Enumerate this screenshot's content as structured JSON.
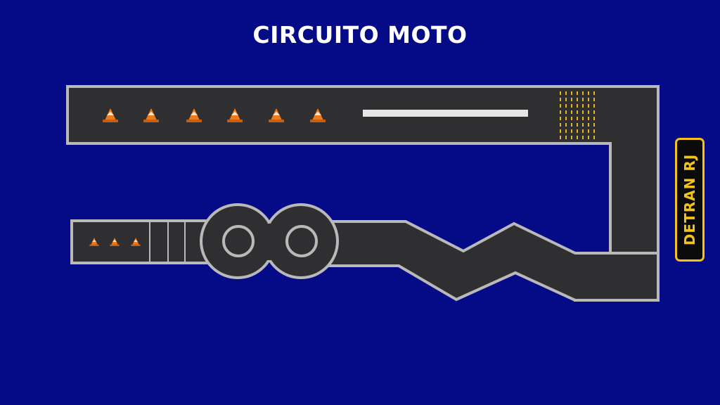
{
  "header": {
    "title": "CIRCUITO MOTO"
  },
  "badge": {
    "label": "DETRAN RJ"
  },
  "colors": {
    "background": "#050a86",
    "track": "#2f2f31",
    "track_border": "#b9b9b9",
    "cone": "#f07a16",
    "tactile_dots": "#e4b521",
    "badge_accent": "#f3c21b"
  },
  "elements": {
    "large_cones": 6,
    "small_cones": 3,
    "slalom_rings": 2
  }
}
